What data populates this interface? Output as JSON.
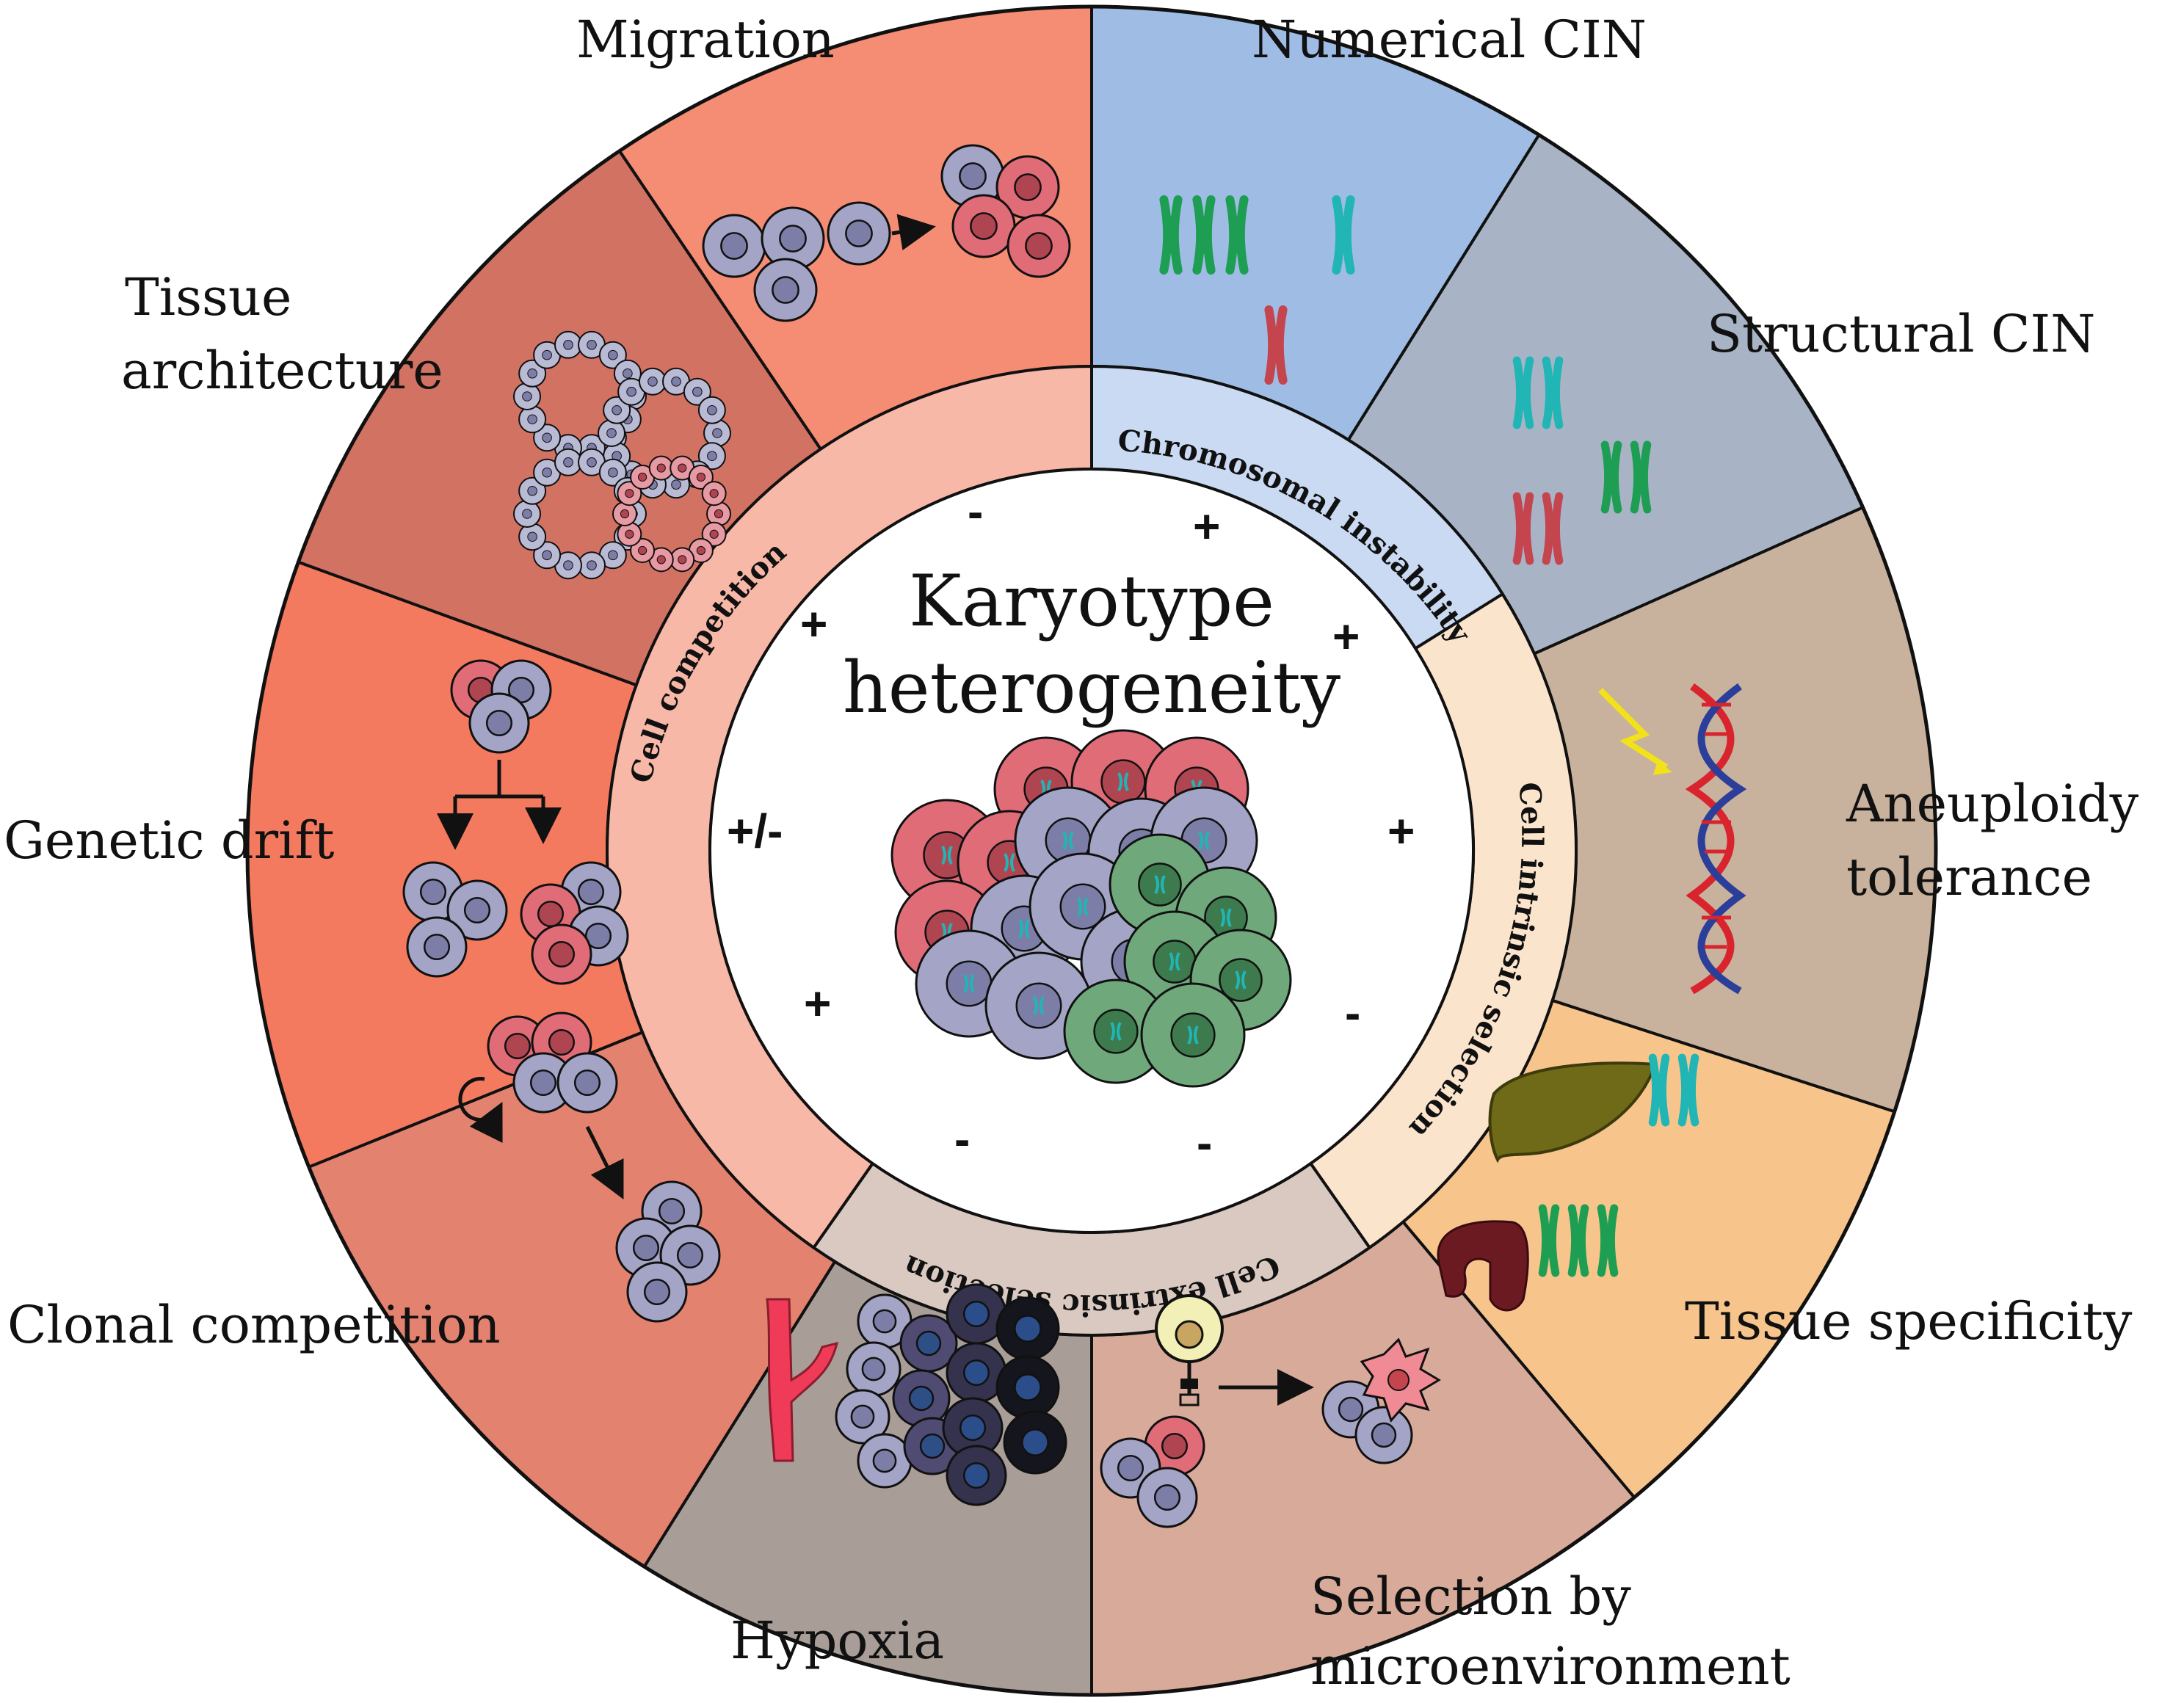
{
  "center": {
    "title_line1": "Karyotype",
    "title_line2": "heterogeneity"
  },
  "inner_ring": {
    "cell_competition": "Cell competition",
    "chromosomal_instability": "Chromosomal instability",
    "cell_intrinsic_selection": "Cell intrinsic selection",
    "cell_extrinsic_selection": "Cell extrinsic selection"
  },
  "outer_labels": {
    "migration": "Migration",
    "numerical_cin": "Numerical CIN",
    "tissue_architecture_1": "Tissue",
    "tissue_architecture_2": "architecture",
    "structural_cin": "Structural CIN",
    "genetic_drift": "Genetic drift",
    "aneuploidy_tolerance_1": "Aneuploidy",
    "aneuploidy_tolerance_2": "tolerance",
    "clonal_competition": "Clonal competition",
    "tissue_specificity": "Tissue specificity",
    "hypoxia": "Hypoxia",
    "selection_microenvironment_1": "Selection by",
    "selection_microenvironment_2": "microenvironment"
  },
  "signs": {
    "migration": "-",
    "numerical_cin": "+",
    "tissue_architecture": "+",
    "structural_cin": "+",
    "genetic_drift": "+/-",
    "aneuploidy_tolerance": "+",
    "clonal_competition": "+",
    "tissue_specificity": "-",
    "hypoxia": "-",
    "selection_microenvironment": "-"
  },
  "colors": {
    "migration": "#f58c74",
    "tissue_architecture": "#d27262",
    "genetic_drift": "#f47a5f",
    "clonal_competition": "#e2826f",
    "hypoxia": "#a89d97",
    "selection_microenvironment": "#d8aa9a",
    "tissue_specificity": "#f7c58c",
    "aneuploidy_tolerance": "#c8b29d",
    "structural_cin": "#a8b4c6",
    "numerical_cin": "#9fbce5",
    "ring_cell_competition": "#f8b8a8",
    "ring_chromosomal_instability": "#c9daf2",
    "ring_cell_intrinsic": "#fbe4cc",
    "ring_cell_extrinsic": "#d9c9c1",
    "cell_red": "#e06c78",
    "cell_blue": "#a4a5c6",
    "cell_green": "#6ea87b",
    "chromosome_green": "#1e9e52",
    "chromosome_teal": "#21b5b5",
    "chromosome_red": "#c5454f"
  }
}
